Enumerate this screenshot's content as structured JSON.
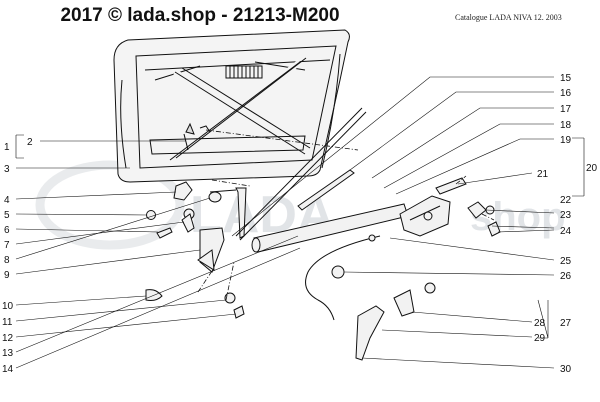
{
  "header": {
    "title": "2017 © lada.shop - 21213-M200",
    "catalogue": "Catalogue LADA NIVA 12. 2003"
  },
  "watermark": {
    "brand": "LADA",
    "suffix": "shop"
  },
  "callouts": {
    "left": [
      "1",
      "2",
      "3",
      "4",
      "5",
      "6",
      "7",
      "8",
      "9",
      "10",
      "11",
      "12",
      "13",
      "14"
    ],
    "right": [
      "15",
      "16",
      "17",
      "18",
      "19",
      "20",
      "21",
      "22",
      "23",
      "24",
      "25",
      "26",
      "27",
      "28",
      "29",
      "30"
    ]
  },
  "colors": {
    "line": "#111111",
    "part_fill": "#f2f2f2",
    "watermark": "#c9ced4"
  }
}
